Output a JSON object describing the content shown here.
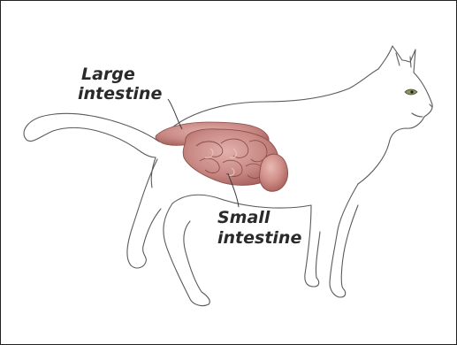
{
  "labels": {
    "large_intestine_line1": "Large",
    "large_intestine_line2": "intestine",
    "small_intestine_line1": "Small",
    "small_intestine_line2": "intestine"
  },
  "colors": {
    "organ_fill": "#c98a86",
    "organ_shade": "#a8625e",
    "organ_highlight": "#e2b0ab",
    "outline": "#5a5a5a",
    "eye": "#8a9a55"
  }
}
